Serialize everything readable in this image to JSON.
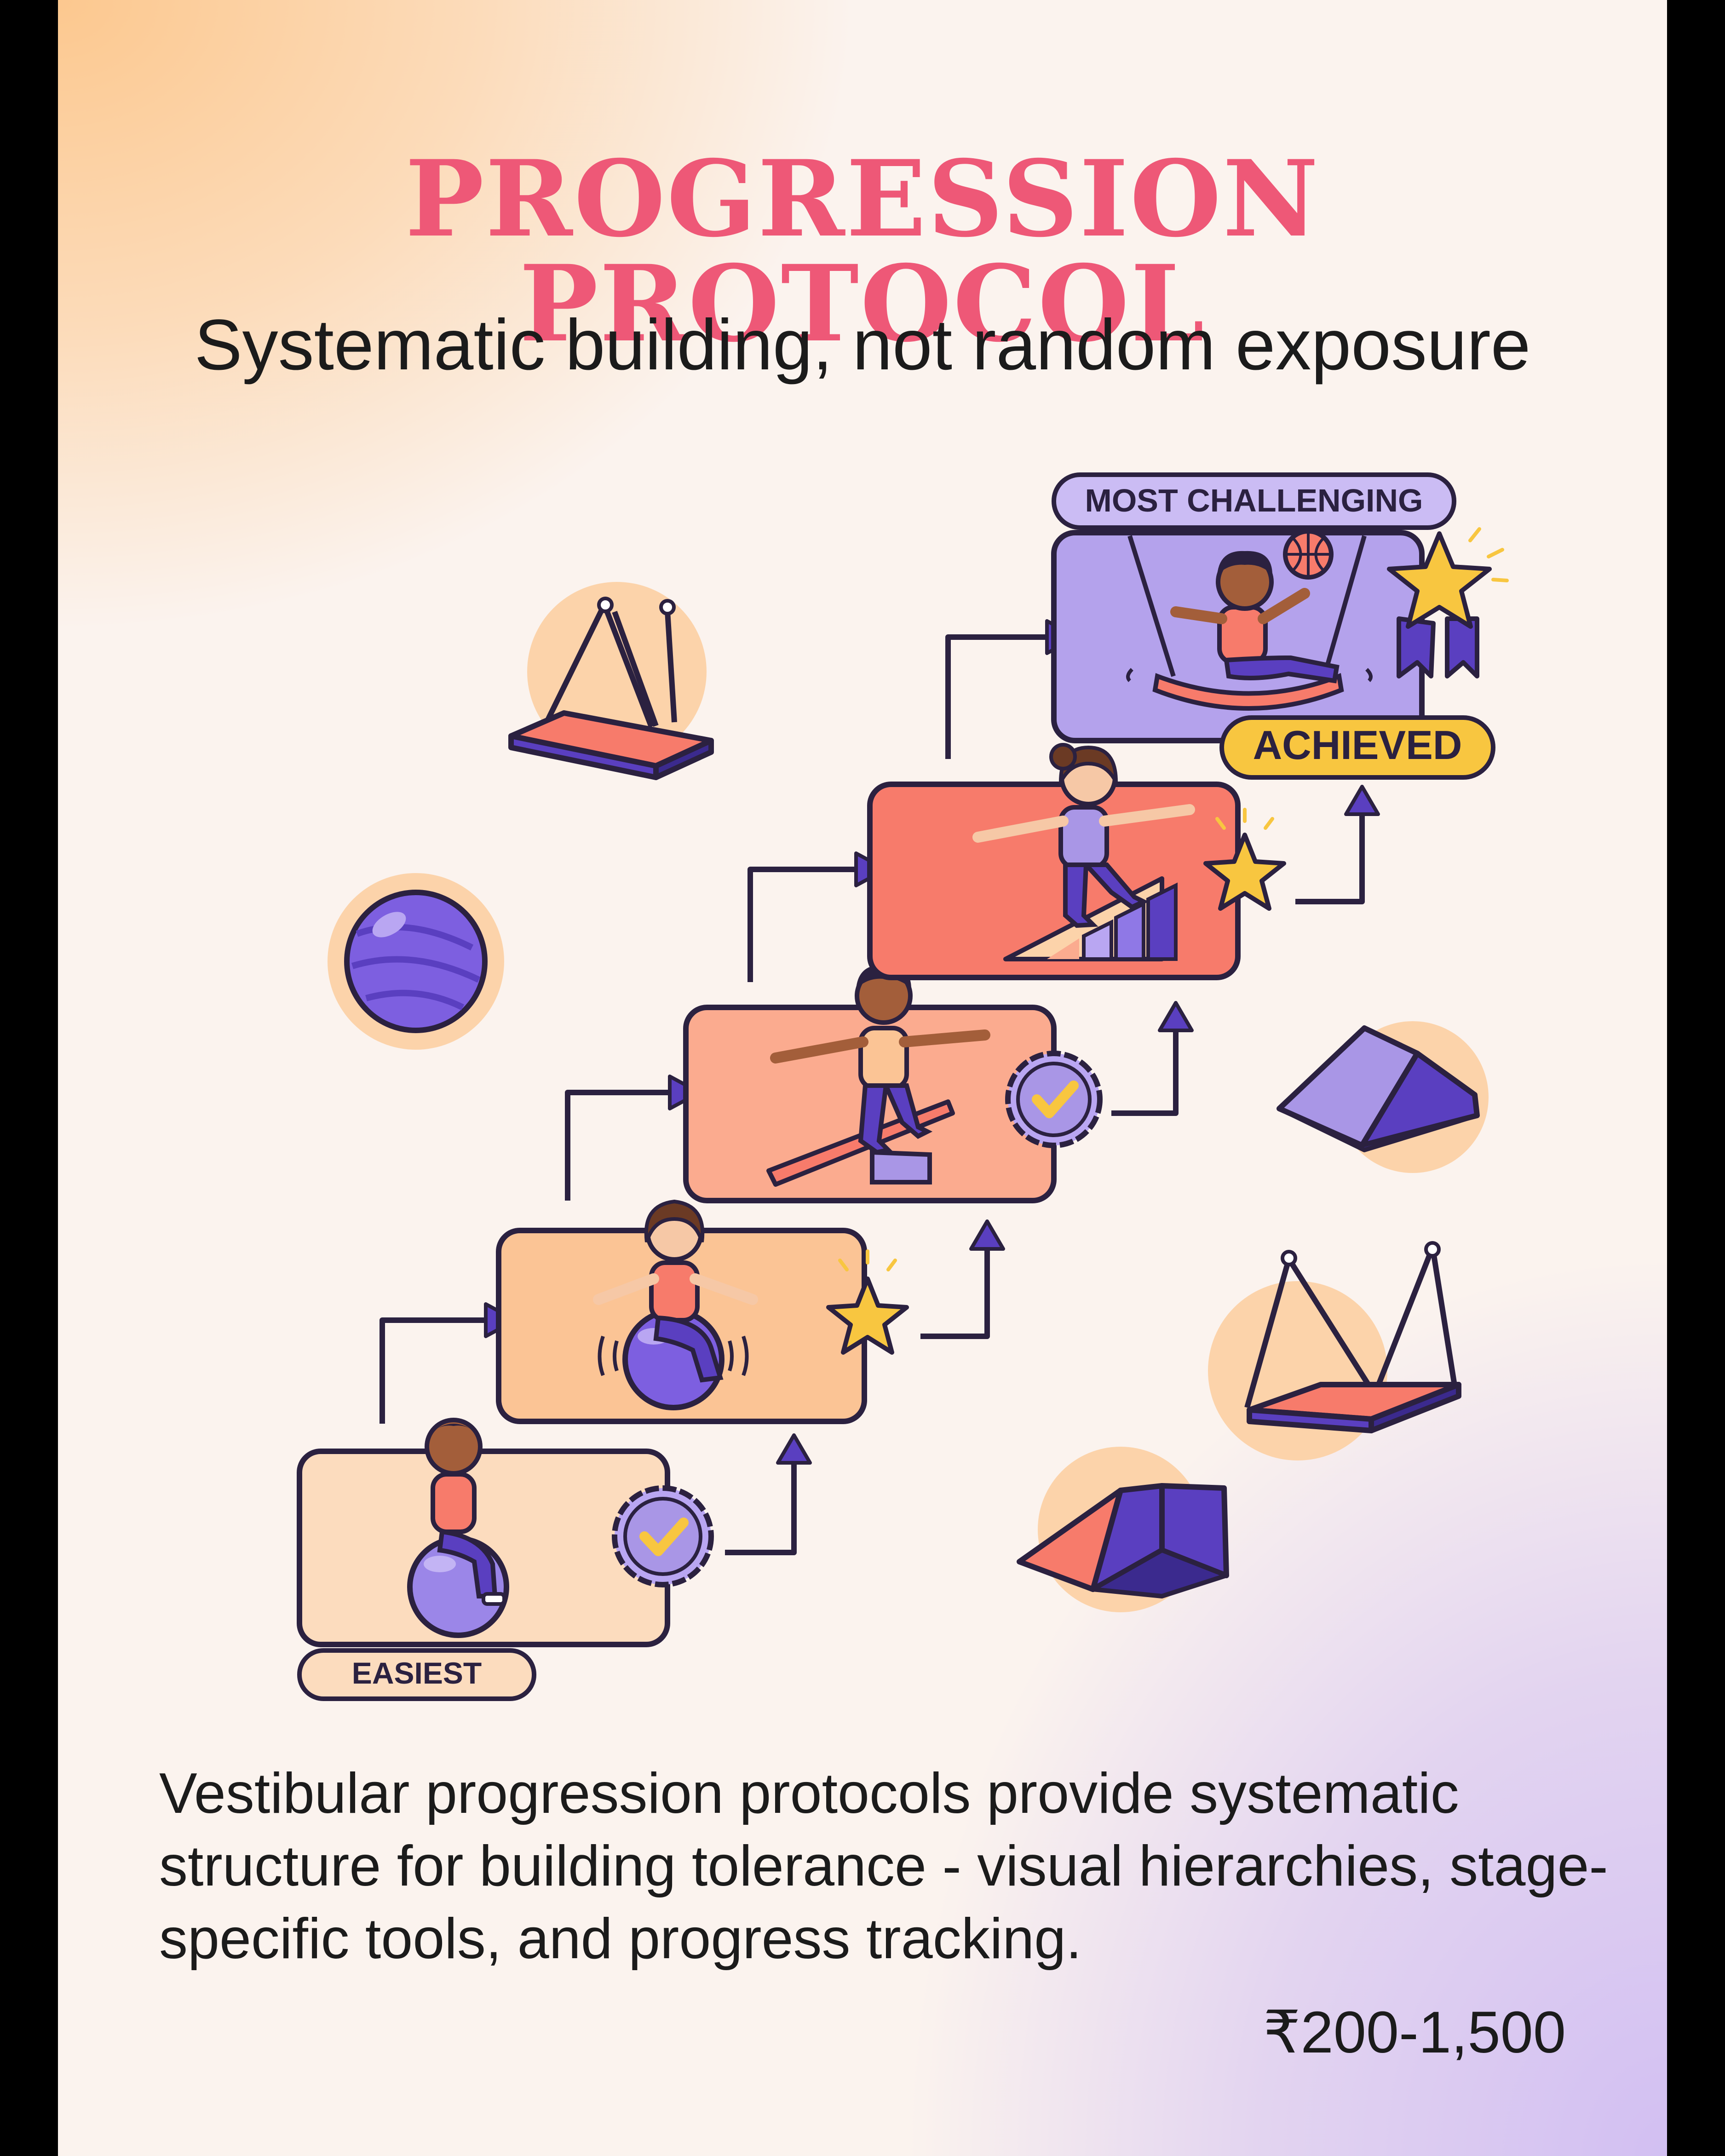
{
  "title": "PROGRESSION PROTOCOL",
  "subtitle": "Systematic building, not random exposure",
  "labels": {
    "easiest": "EASIEST",
    "most_challenging": "MOST CHALLENGING",
    "achieved": "ACHIEVED"
  },
  "stages": [
    {
      "activity": "sitting on therapy ball",
      "marker": "check-badge"
    },
    {
      "activity": "bouncing on therapy ball",
      "marker": "star"
    },
    {
      "activity": "walking balance beam",
      "marker": "check-badge"
    },
    {
      "activity": "climbing ramp",
      "marker": "star"
    },
    {
      "activity": "swinging on platform swing",
      "marker": "star-ribbon"
    }
  ],
  "description": "Vestibular progression protocols provide systematic structure for building tolerance - visual hierarchies, stage-specific tools, and progress tracking.",
  "price": "₹200-1,500",
  "colors": {
    "title": "#ee5877",
    "outline": "#2b2140",
    "purple": "#5a3fc0",
    "lavender": "#a996e6",
    "coral": "#f77b6b",
    "peach": "#fbc495",
    "yellow": "#f8c640"
  }
}
